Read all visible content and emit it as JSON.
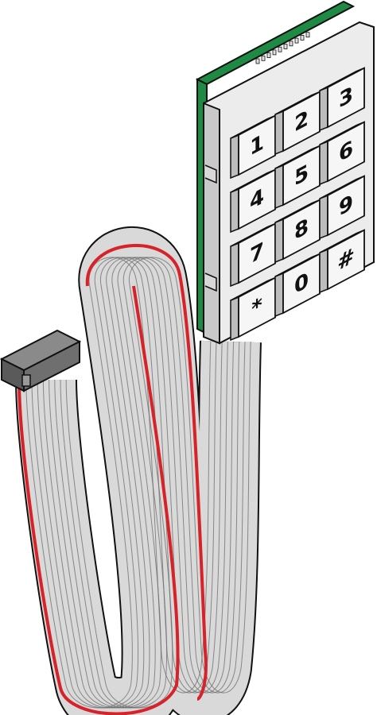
{
  "keypad": {
    "keys": [
      {
        "label": "1"
      },
      {
        "label": "2"
      },
      {
        "label": "3"
      },
      {
        "label": "4"
      },
      {
        "label": "5"
      },
      {
        "label": "6"
      },
      {
        "label": "7"
      },
      {
        "label": "8"
      },
      {
        "label": "9"
      },
      {
        "label": "*"
      },
      {
        "label": "0"
      },
      {
        "label": "#"
      }
    ]
  },
  "colors": {
    "pcb": "#1e8a44",
    "pcb_edge": "#0f5e2c",
    "membrane": "#ececec",
    "membrane_shade": "#c9c9c9",
    "key_face": "#f6f6f6",
    "key_side": "#bdbdbd",
    "ribbon": "#d9d9d9",
    "ribbon_stripe": "#d6232a",
    "connector": "#6f6f6f",
    "outline": "#111111"
  },
  "icons": {
    "connector": "idc-ribbon-connector-icon"
  }
}
